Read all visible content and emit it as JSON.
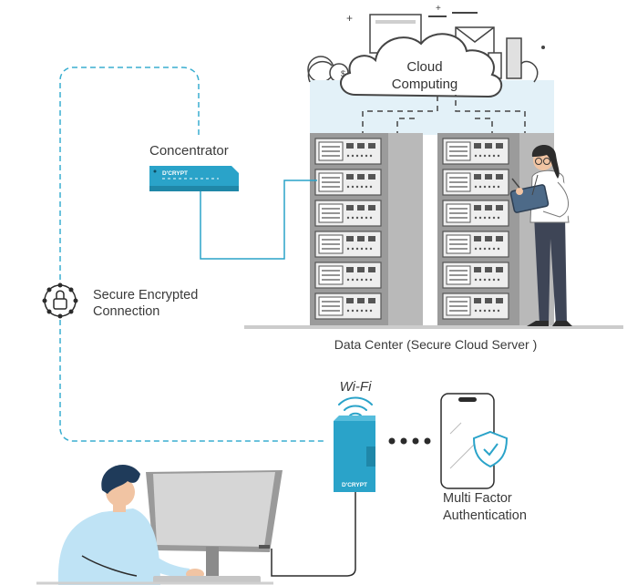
{
  "cloud": {
    "line1": "Cloud",
    "line2": "Computing"
  },
  "concentrator": {
    "label": "Concentrator",
    "brand": "D'CRYPT"
  },
  "data_center": {
    "label": "Data Center (Secure Cloud Server )"
  },
  "secure_connection": {
    "line1": "Secure Encrypted",
    "line2": "Connection"
  },
  "wifi": {
    "label": "Wi-Fi"
  },
  "router": {
    "brand": "D'CRYPT"
  },
  "mfa": {
    "line1": "Multi Factor",
    "line2": "Authentication"
  },
  "colors": {
    "accent": "#2aa3c9",
    "dashed_link": "#3aaed0",
    "rack": "#8e8e8e",
    "rack_panel": "#e9e9e9",
    "shirt": "#bfe3f5",
    "hair": "#1f3b5a"
  },
  "icons": [
    "lock-icon",
    "wifi-icon",
    "shield-check-icon",
    "cloud-icon"
  ]
}
